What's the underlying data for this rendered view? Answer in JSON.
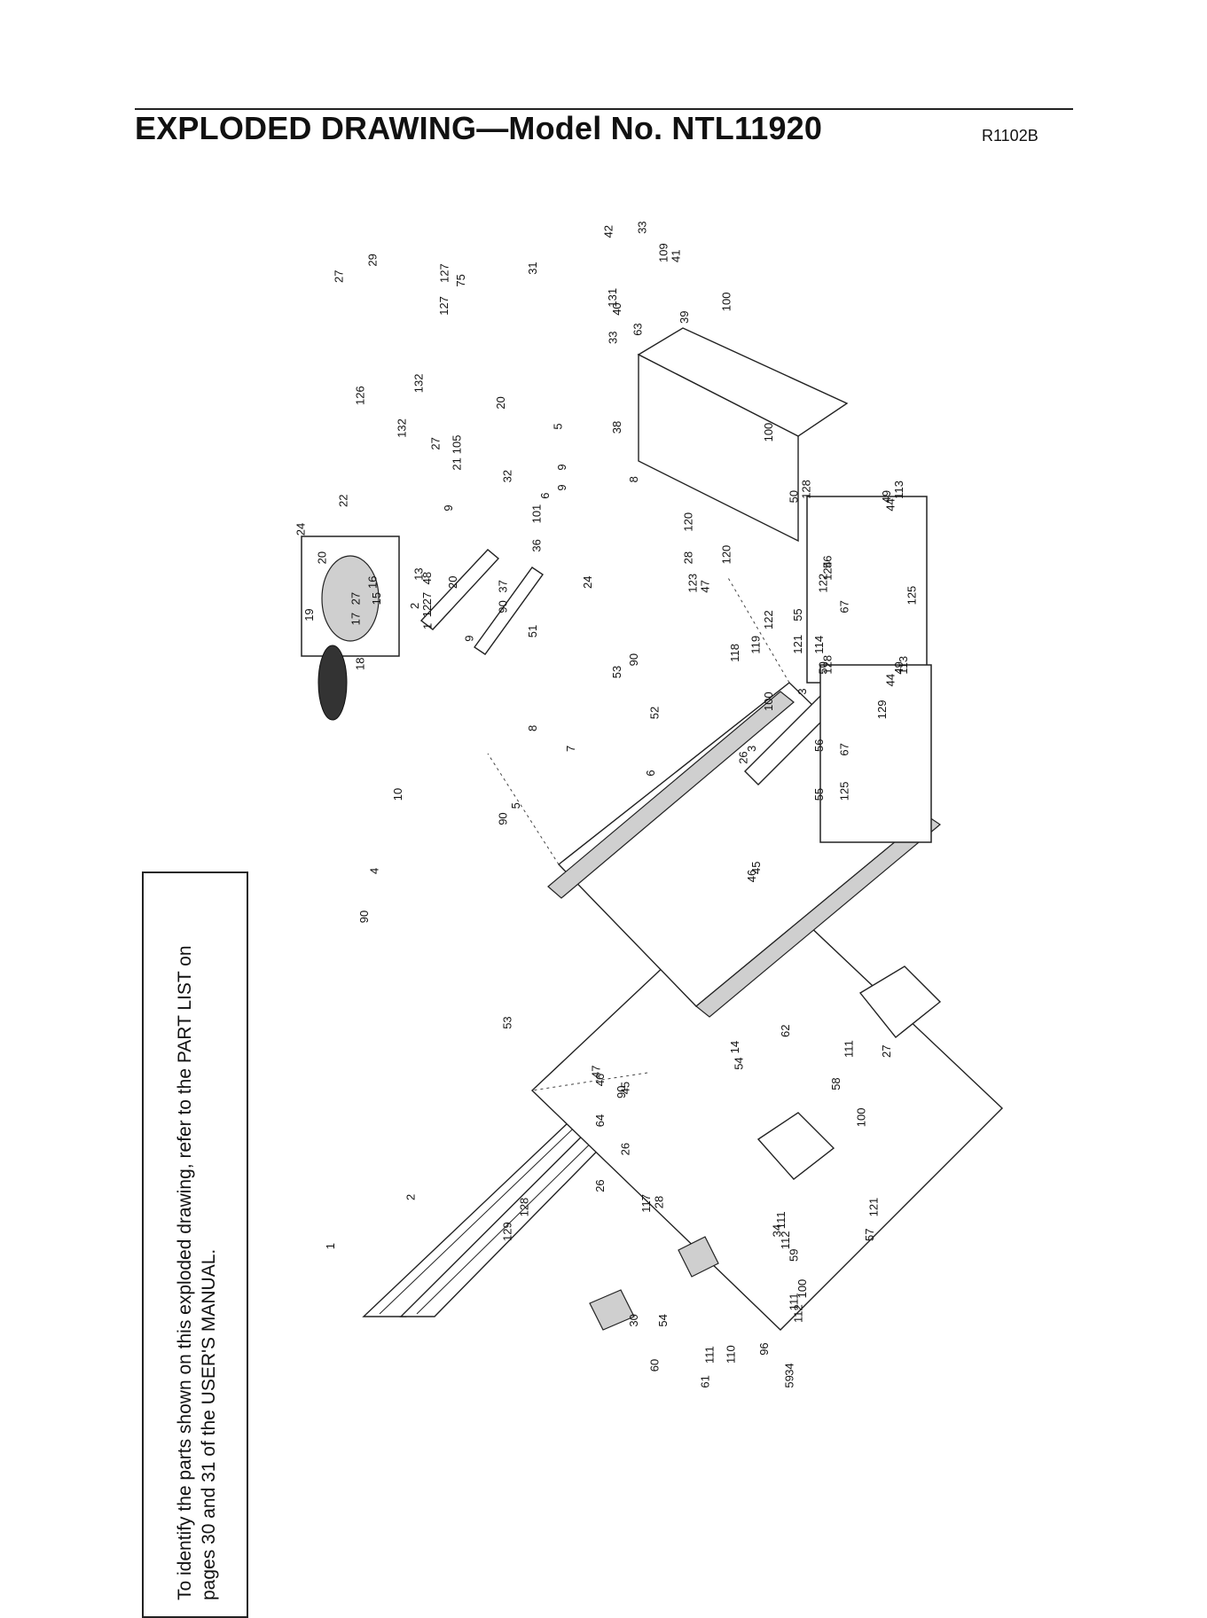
{
  "header": {
    "title": "EXPLODED DRAWING—Model No. NTL11920",
    "code": "R1102B"
  },
  "note": {
    "text": "To identify the parts shown on this exploded drawing, refer to the PART LIST on pages 30 and 31 of the USER'S MANUAL."
  },
  "diagram": {
    "callouts": [
      "1",
      "1",
      "2",
      "2",
      "3",
      "3",
      "4",
      "5",
      "5",
      "6",
      "6",
      "7",
      "8",
      "8",
      "9",
      "9",
      "9",
      "9",
      "10",
      "12",
      "13",
      "14",
      "15",
      "16",
      "17",
      "18",
      "19",
      "20",
      "20",
      "20",
      "21",
      "22",
      "24",
      "24",
      "26",
      "26",
      "26",
      "27",
      "27",
      "27",
      "27",
      "27",
      "28",
      "28",
      "29",
      "30",
      "31",
      "32",
      "33",
      "33",
      "34",
      "34",
      "36",
      "37",
      "38",
      "39",
      "40",
      "41",
      "42",
      "44",
      "44",
      "45",
      "45",
      "46",
      "46",
      "47",
      "47",
      "48",
      "49",
      "49",
      "50",
      "50",
      "51",
      "52",
      "53",
      "53",
      "54",
      "54",
      "55",
      "55",
      "56",
      "56",
      "57",
      "58",
      "59",
      "59",
      "60",
      "61",
      "62",
      "63",
      "64",
      "67",
      "67",
      "75",
      "90",
      "90",
      "90",
      "90",
      "90",
      "96",
      "100",
      "100",
      "100",
      "100",
      "100",
      "101",
      "105",
      "109",
      "110",
      "111",
      "111",
      "111",
      "111",
      "112",
      "112",
      "113",
      "113",
      "114",
      "117",
      "118",
      "119",
      "120",
      "120",
      "121",
      "121",
      "122",
      "122",
      "123",
      "124",
      "125",
      "125",
      "126",
      "127",
      "127",
      "128",
      "128",
      "128",
      "129",
      "129",
      "131",
      "132",
      "132"
    ]
  }
}
